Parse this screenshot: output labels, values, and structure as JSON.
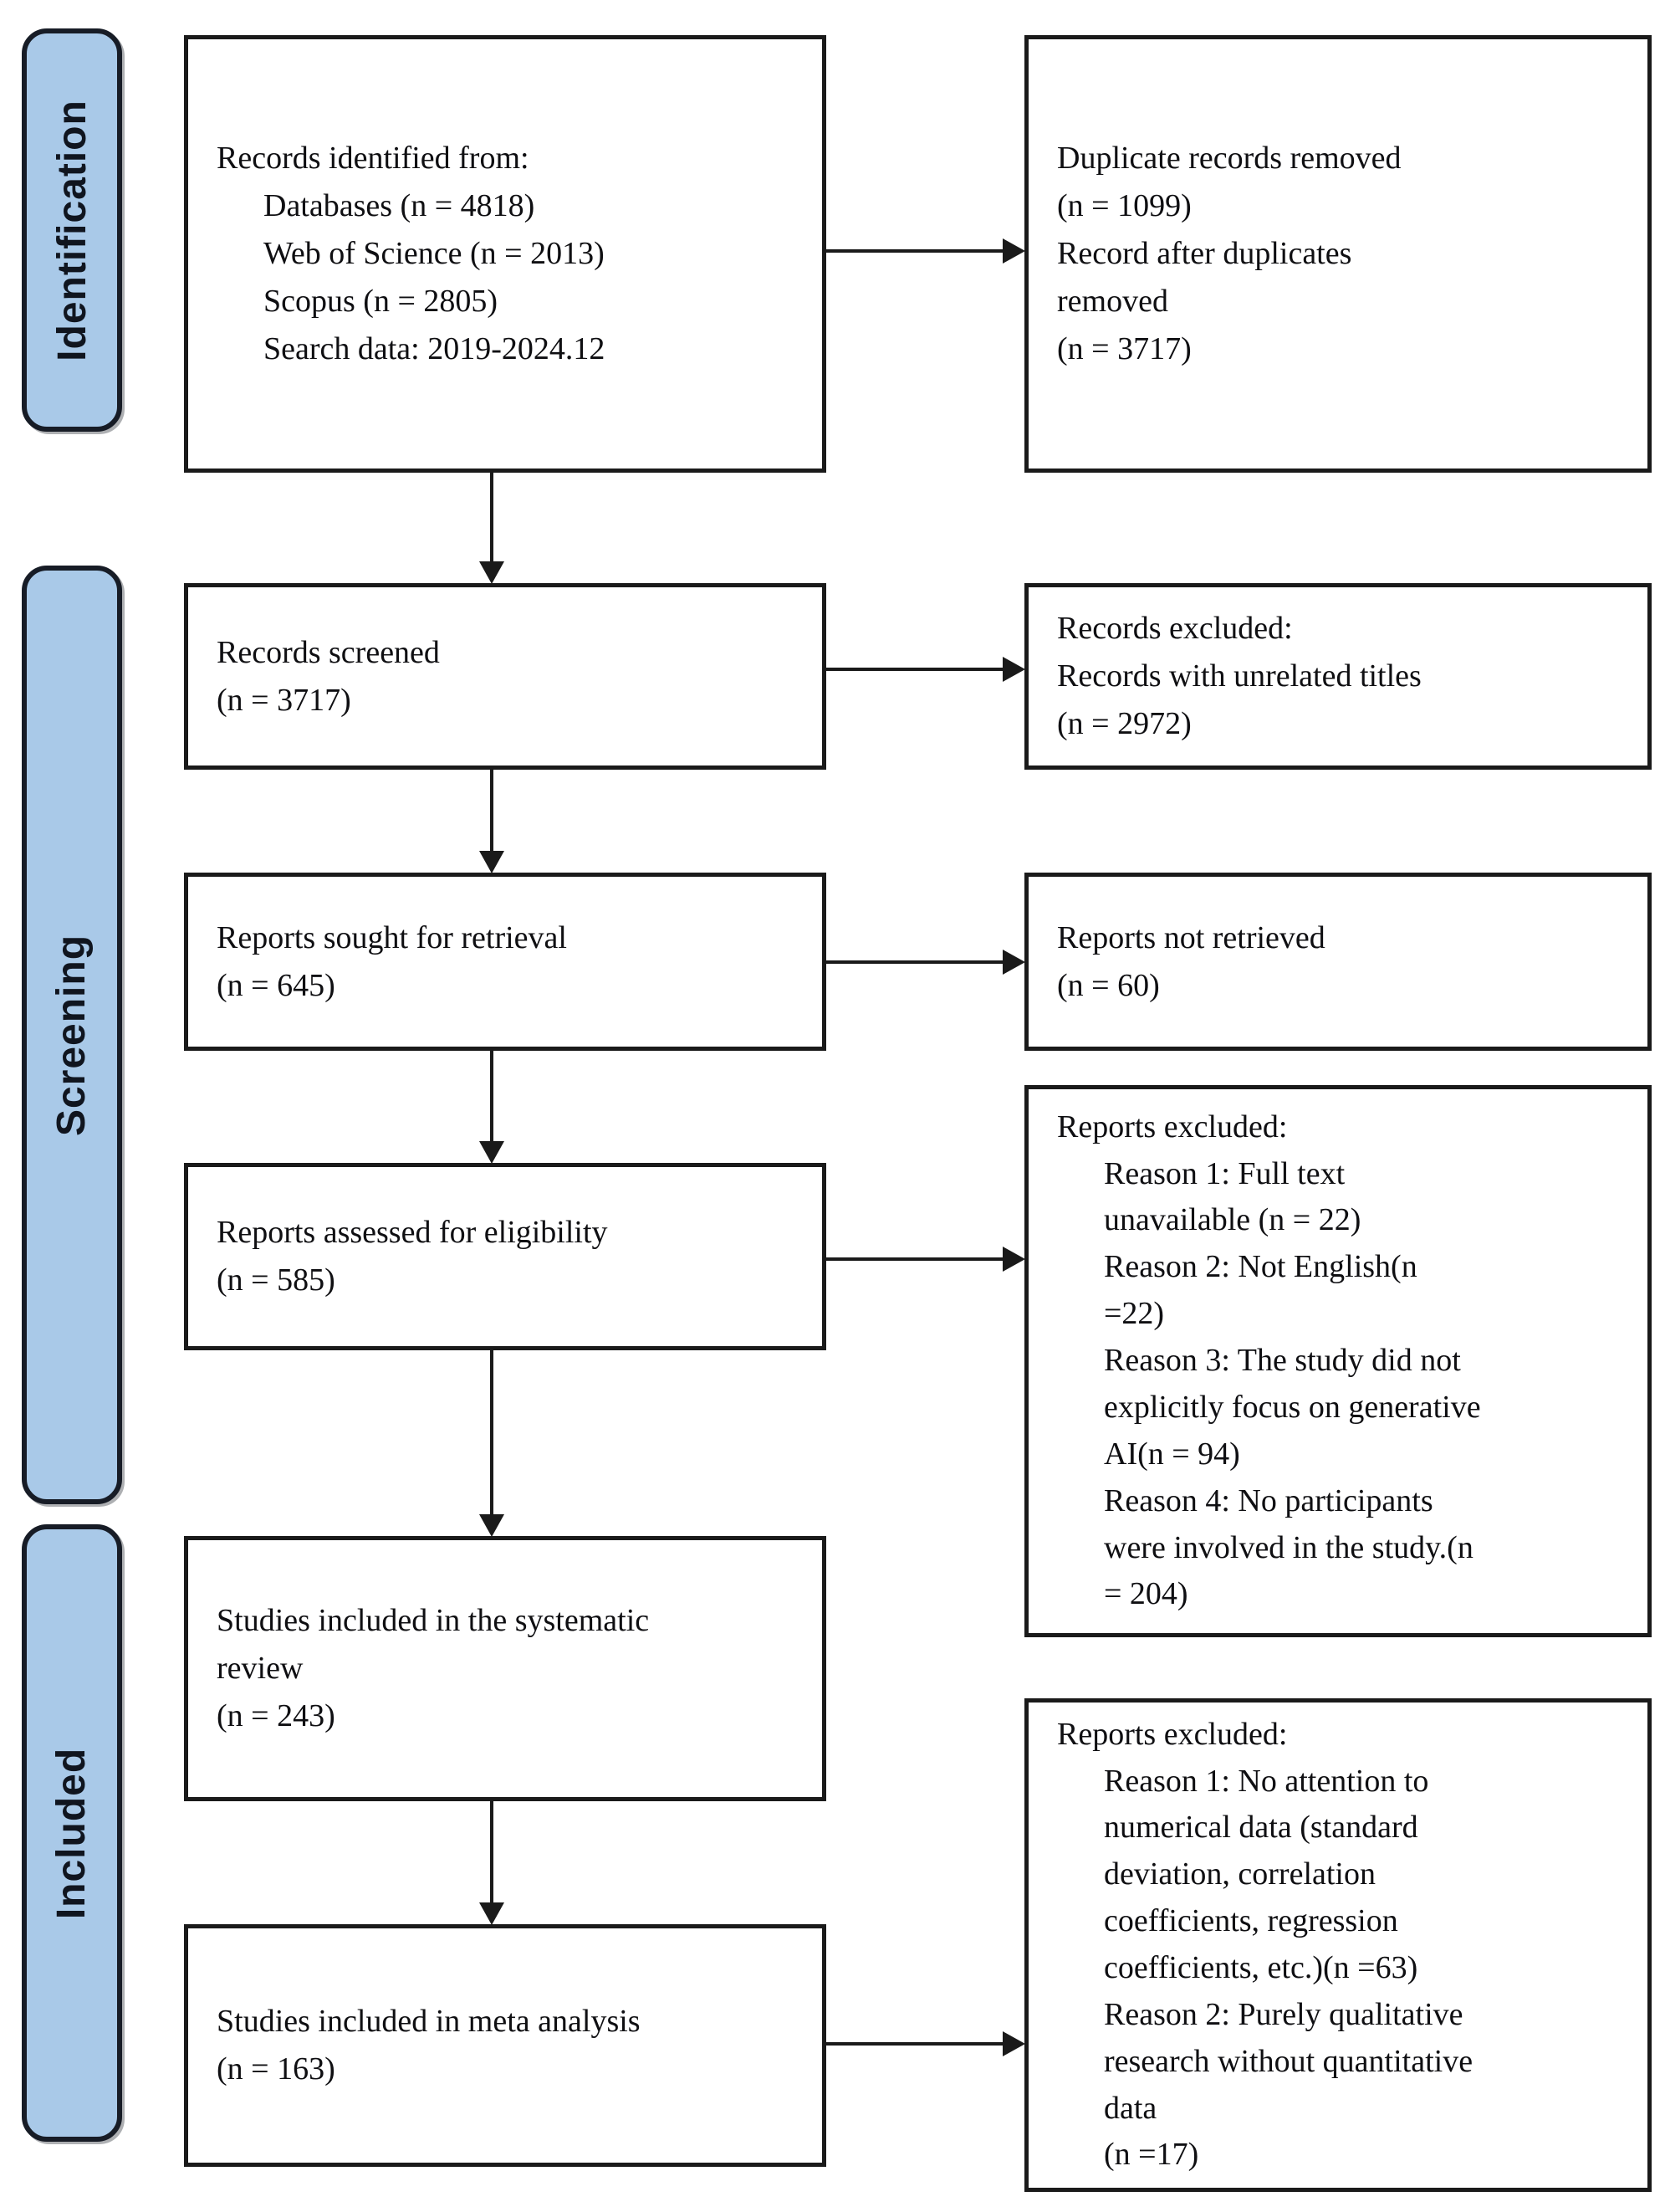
{
  "colors": {
    "stage_fill": "#a9c9e8",
    "stage_border": "#171c26",
    "box_border": "#1a1a1a",
    "arrow": "#1a1a1a",
    "text": "#0f0f12",
    "background": "#ffffff"
  },
  "stages": {
    "identification": "Identification",
    "screening": "Screening",
    "included": "Included"
  },
  "boxes": {
    "records_identified": {
      "lines": [
        "Records identified from:",
        "Databases (n = 4818)",
        "Web of Science (n = 2013)",
        "Scopus (n = 2805)",
        "Search data: 2019-2024.12"
      ]
    },
    "duplicates_removed": {
      "lines": [
        "Duplicate records removed",
        "(n = 1099)",
        "Record after duplicates",
        "removed",
        "(n = 3717)"
      ]
    },
    "records_screened": {
      "lines": [
        "Records screened",
        "(n = 3717)"
      ]
    },
    "records_excluded": {
      "lines": [
        "Records excluded:",
        "Records with unrelated titles",
        "(n = 2972)"
      ]
    },
    "reports_sought": {
      "lines": [
        "Reports sought for retrieval",
        "(n = 645)"
      ]
    },
    "reports_not_retrieved": {
      "lines": [
        "Reports not retrieved",
        "(n = 60)"
      ]
    },
    "reports_assessed": {
      "lines": [
        "Reports assessed for eligibility",
        "(n = 585)"
      ]
    },
    "reports_excluded_eligibility": {
      "lines": [
        "Reports excluded:",
        "Reason 1: Full text",
        "unavailable (n = 22)",
        "Reason 2: Not English(n",
        "=22)",
        "Reason 3: The study did not",
        "explicitly focus on generative",
        "AI(n = 94)",
        "Reason 4: No participants",
        "were involved in the study.(n",
        "= 204)"
      ]
    },
    "studies_systematic": {
      "lines": [
        "Studies included in the systematic",
        "review",
        "(n = 243)"
      ]
    },
    "studies_meta": {
      "lines": [
        "Studies included in meta analysis",
        "(n = 163)"
      ]
    },
    "reports_excluded_meta": {
      "lines": [
        "Reports excluded:",
        "Reason 1: No attention to",
        "numerical data (standard",
        "deviation, correlation",
        "coefficients, regression",
        "coefficients, etc.)(n =63)",
        "Reason 2: Purely qualitative",
        "research without quantitative",
        "data",
        "(n =17)"
      ]
    }
  }
}
